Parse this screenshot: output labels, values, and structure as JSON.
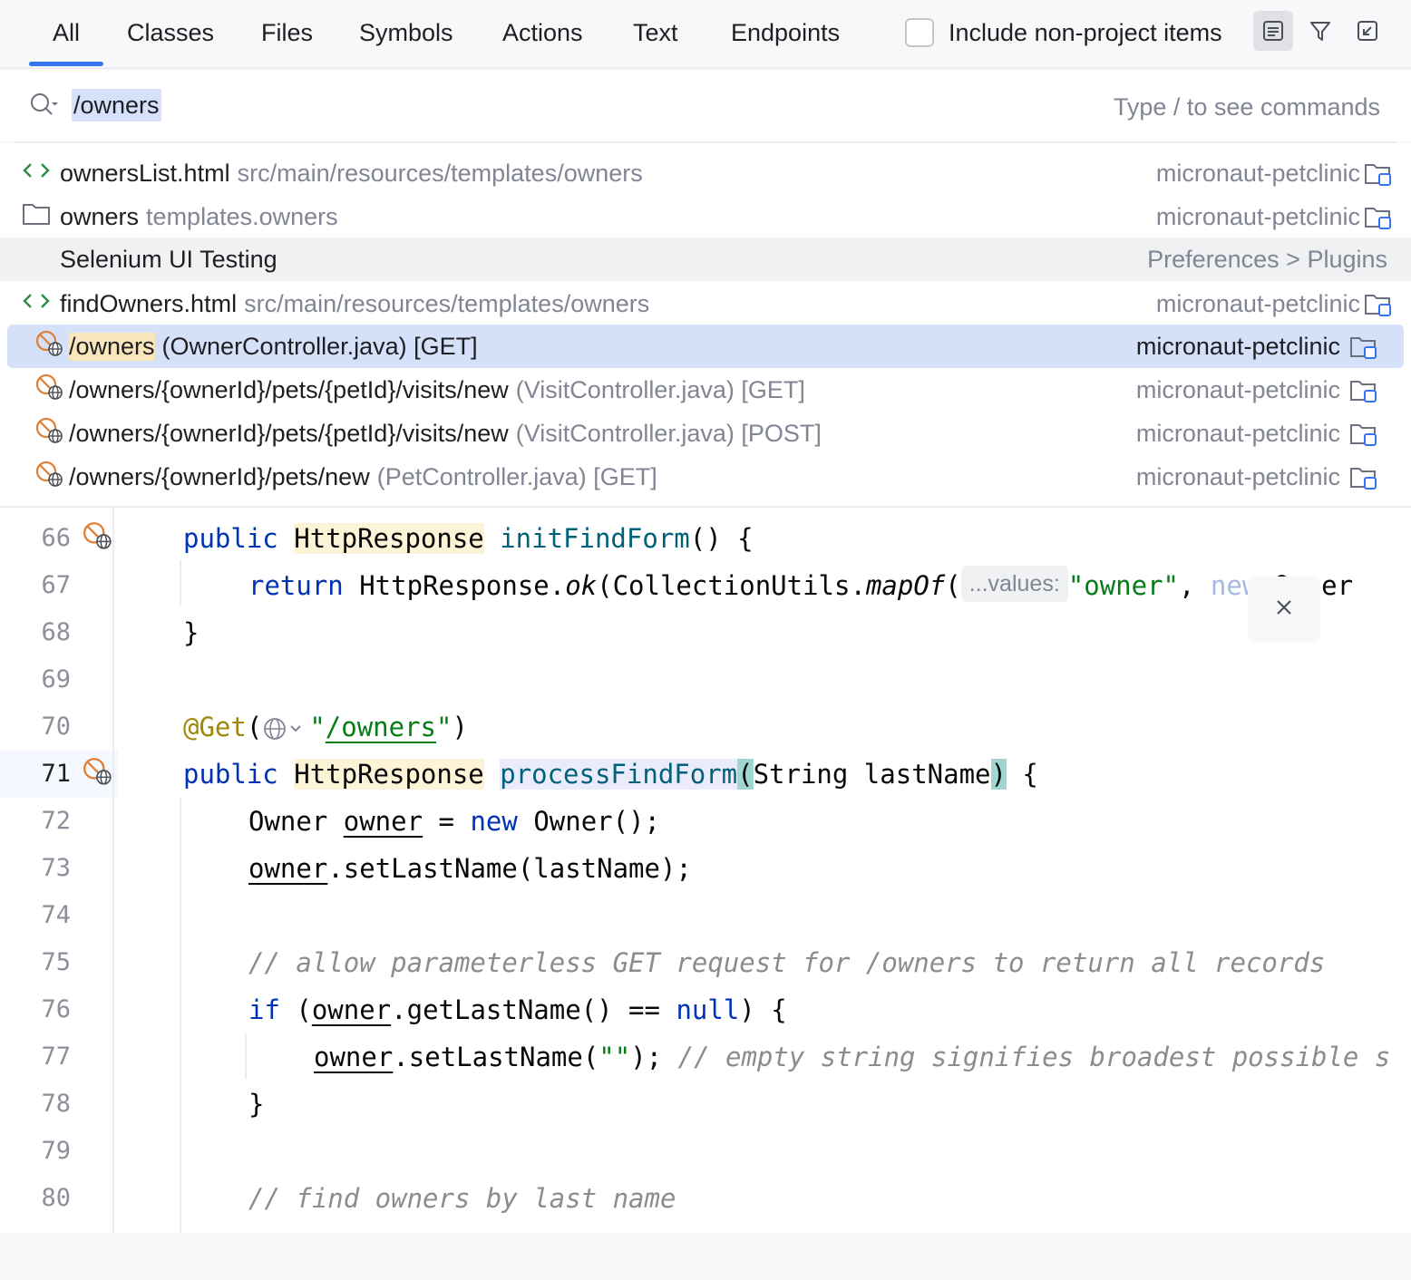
{
  "tabs": [
    "All",
    "Classes",
    "Files",
    "Symbols",
    "Actions",
    "Text",
    "Endpoints"
  ],
  "include_non_project": "Include non-project items",
  "search": {
    "query": "/owners",
    "hint": "Type / to see commands"
  },
  "icons": {
    "layout": "preview-toggle-icon",
    "filter": "filter-icon",
    "pin": "open-in-find-window-icon",
    "search": "search-icon"
  },
  "results": [
    {
      "icon": "html-file-icon",
      "name": "ownersList.html",
      "path": "src/main/resources/templates/owners",
      "location": "micronaut-petclinic"
    },
    {
      "icon": "folder-icon",
      "name": "owners",
      "path": "templates.owners",
      "location": "micronaut-petclinic"
    },
    {
      "icon": "none",
      "name": "Selenium UI Testing",
      "path": "",
      "location": "Preferences > Plugins"
    },
    {
      "icon": "html-file-icon",
      "name": "findOwners.html",
      "path": "src/main/resources/templates/owners",
      "location": "micronaut-petclinic"
    },
    {
      "icon": "endpoint-icon",
      "name_hl": "/owners",
      "path": "(OwnerController.java) [GET]",
      "location": "micronaut-petclinic",
      "selected": true
    },
    {
      "icon": "endpoint-icon",
      "name": "/owners/{ownerId}/pets/{petId}/visits/new",
      "path": "(VisitController.java) [GET]",
      "location": "micronaut-petclinic"
    },
    {
      "icon": "endpoint-icon",
      "name": "/owners/{ownerId}/pets/{petId}/visits/new",
      "path": "(VisitController.java) [POST]",
      "location": "micronaut-petclinic"
    },
    {
      "icon": "endpoint-icon",
      "name": "/owners/{ownerId}/pets/new",
      "path": "(PetController.java) [GET]",
      "location": "micronaut-petclinic"
    }
  ],
  "editor": {
    "line_numbers": [
      "66",
      "67",
      "68",
      "69",
      "70",
      "71",
      "72",
      "73",
      "74",
      "75",
      "76",
      "77",
      "78",
      "79",
      "80"
    ],
    "current_line": "71",
    "inlay_hint": "...values:",
    "lines": {
      "l66": {
        "kw": "public",
        "type": "HttpResponse",
        "fn": "initFindForm",
        "rest": "() {"
      },
      "l67": {
        "kw": "return",
        "a": " HttpResponse.",
        "ok": "ok",
        "b": "(CollectionUtils.",
        "mapof": "mapOf",
        "c": "(",
        "str": "\"owner\"",
        "d": ", ",
        "kw2": "new",
        "e": " Owner"
      },
      "l68": {
        "text": "}"
      },
      "l70": {
        "ann": "@Get",
        "a": "(",
        "q1": "\"",
        "url": "/owners",
        "q2": "\"",
        "b": ")"
      },
      "l71": {
        "kw": "public",
        "type": "HttpResponse",
        "fn": "processFindForm",
        "p1": "(",
        "args": "String lastName",
        "p2": ")",
        "rest": " {"
      },
      "l72": {
        "a": "Owner ",
        "var": "owner",
        "b": " = ",
        "kw": "new",
        "c": " Owner();"
      },
      "l73": {
        "var": "owner",
        "a": ".setLastName(lastName);"
      },
      "l75": {
        "cmt": "// allow parameterless GET request for /owners to return all records"
      },
      "l76": {
        "kw": "if",
        "a": " (",
        "var": "owner",
        "b": ".getLastName() == ",
        "kw2": "null",
        "c": ") {"
      },
      "l77": {
        "var": "owner",
        "a": ".setLastName(",
        "str": "\"\"",
        "b": "); ",
        "cmt": "// empty string signifies broadest possible s"
      },
      "l78": {
        "text": "}"
      },
      "l80": {
        "cmt": "// find owners by last name"
      }
    }
  }
}
